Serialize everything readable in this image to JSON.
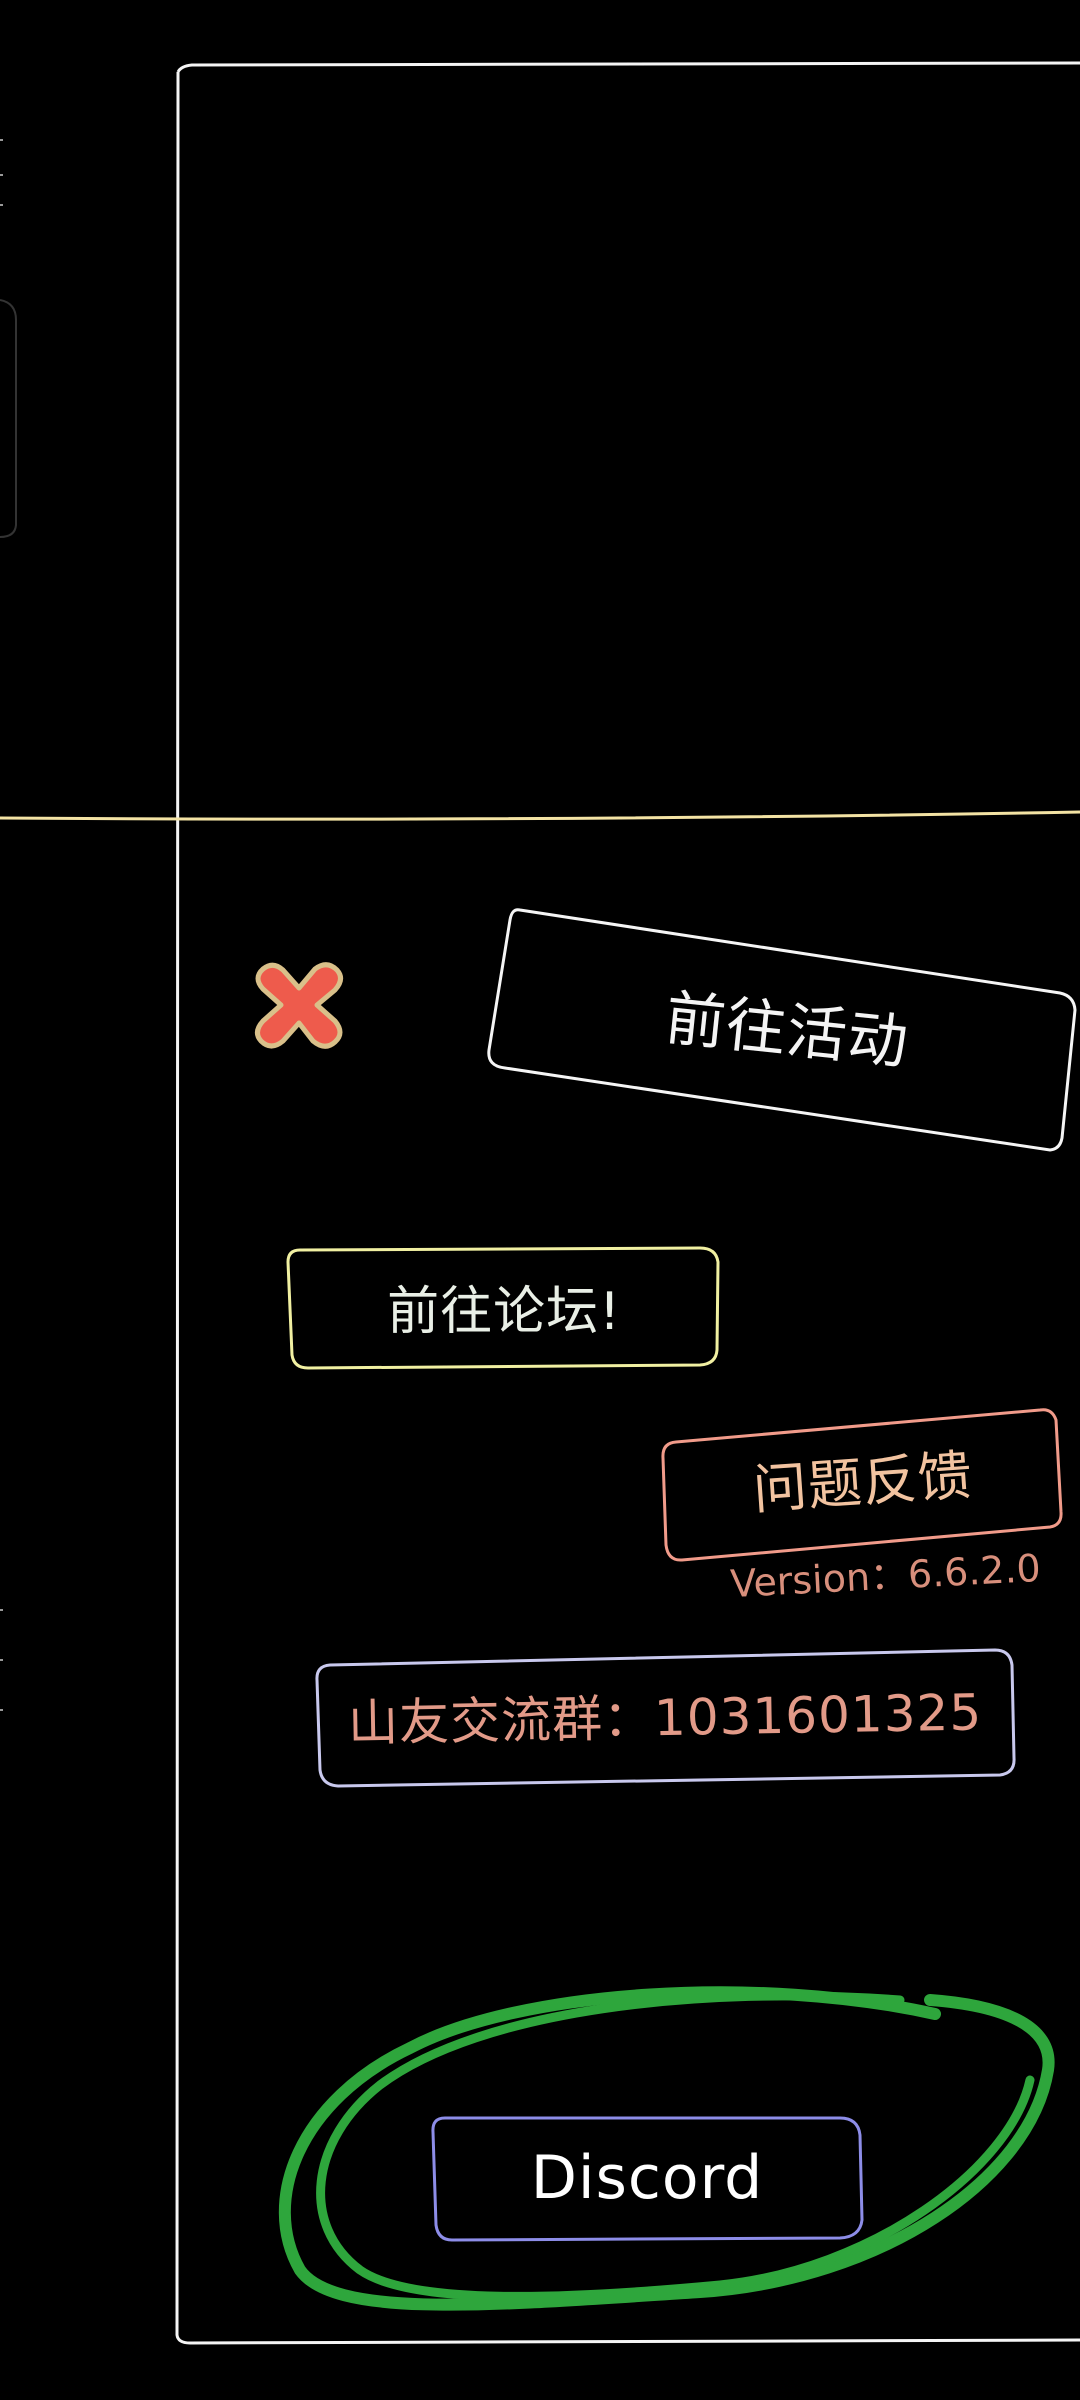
{
  "buttons": {
    "activity_label": "前往活动",
    "forum_label": "前往论坛!",
    "feedback_label": "问题反馈",
    "group_label": "山友交流群：1031601325",
    "discord_label": "Discord"
  },
  "version_text": "Version：6.6.2.0",
  "icons": {
    "close": "close-x-icon"
  },
  "colors": {
    "background": "#000000",
    "panel_outline": "#f5f5f5",
    "divider": "#f3e3a4",
    "close_fill": "#ee5b4c",
    "close_outline": "#d9c08a",
    "forum_outline": "#f1f0a2",
    "feedback_outline": "#f19b8a",
    "group_outline": "#c9c9ee",
    "discord_outline": "#8d8de8",
    "highlight_circle": "#2ea63c"
  }
}
